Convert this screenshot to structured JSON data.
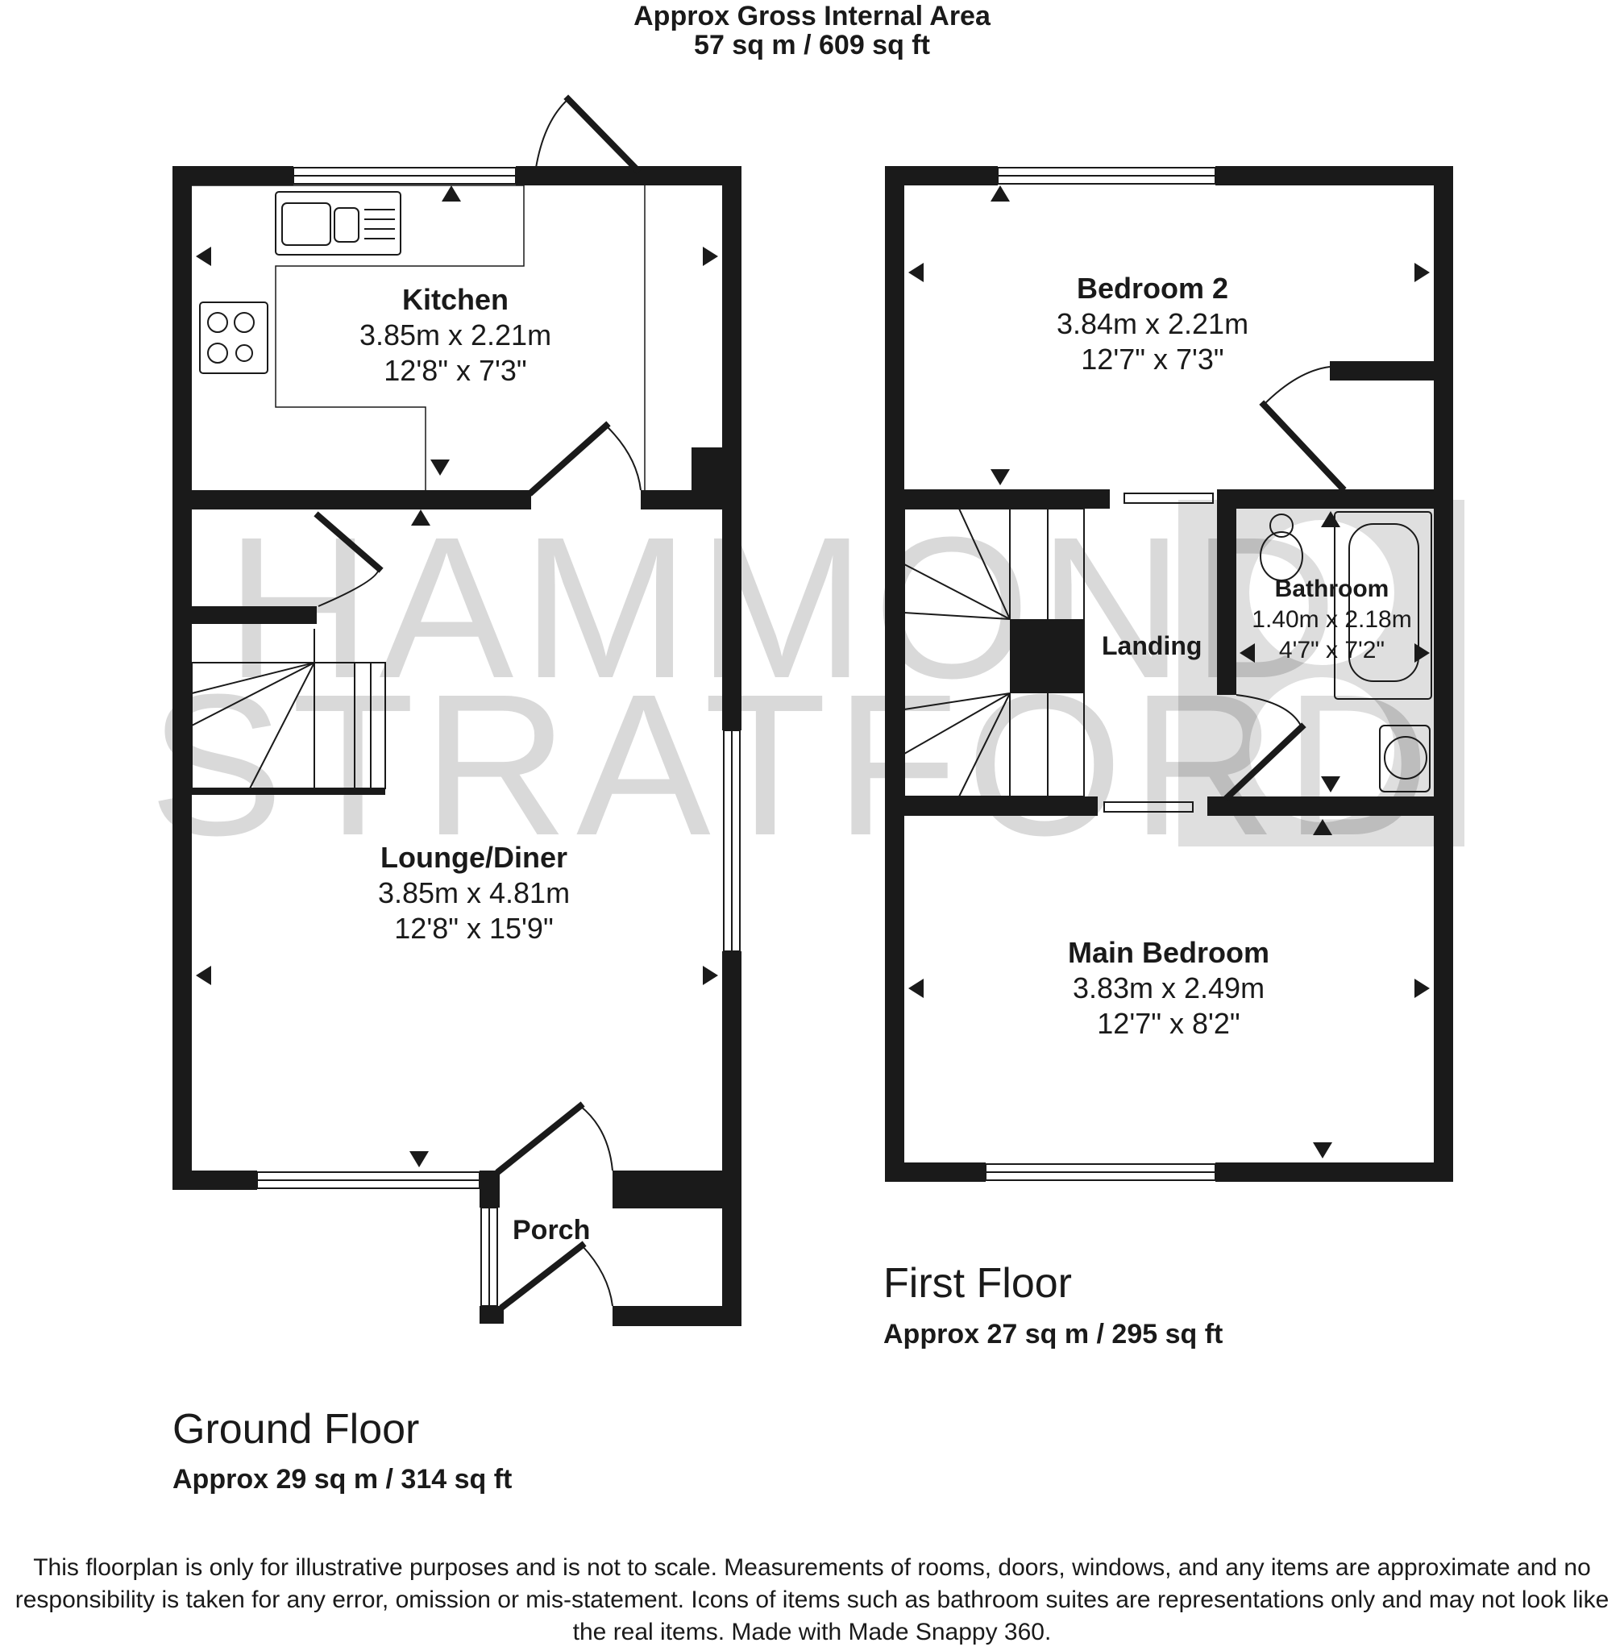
{
  "header": {
    "title": "Approx Gross Internal Area",
    "total_area": "57 sq m / 609 sq ft"
  },
  "watermark": {
    "line1": "HAMMOND",
    "line2": "STRATFORD"
  },
  "ground_floor": {
    "title": "Ground Floor",
    "area": "Approx 29 sq m / 314 sq ft",
    "rooms": {
      "kitchen": {
        "name": "Kitchen",
        "metric": "3.85m x 2.21m",
        "imperial": "12'8\" x 7'3\""
      },
      "lounge": {
        "name": "Lounge/Diner",
        "metric": "3.85m x 4.81m",
        "imperial": "12'8\" x 15'9\""
      },
      "porch": {
        "name": "Porch"
      }
    }
  },
  "first_floor": {
    "title": "First Floor",
    "area": "Approx 27 sq m / 295 sq ft",
    "rooms": {
      "bedroom2": {
        "name": "Bedroom 2",
        "metric": "3.84m x 2.21m",
        "imperial": "12'7\" x 7'3\""
      },
      "bathroom": {
        "name": "Bathroom",
        "metric": "1.40m x 2.18m",
        "imperial": "4'7\" x 7'2\""
      },
      "landing": {
        "name": "Landing"
      },
      "main_bedroom": {
        "name": "Main Bedroom",
        "metric": "3.83m x 2.49m",
        "imperial": "12'7\" x 8'2\""
      }
    }
  },
  "disclaimer": "This floorplan is only for illustrative purposes and is not to scale. Measurements of rooms, doors, windows, and any items are approximate and no responsibility is taken for any error, omission or mis-statement. Icons of items such as bathroom suites are representations only and may not look like the real items. Made with Made Snappy 360."
}
